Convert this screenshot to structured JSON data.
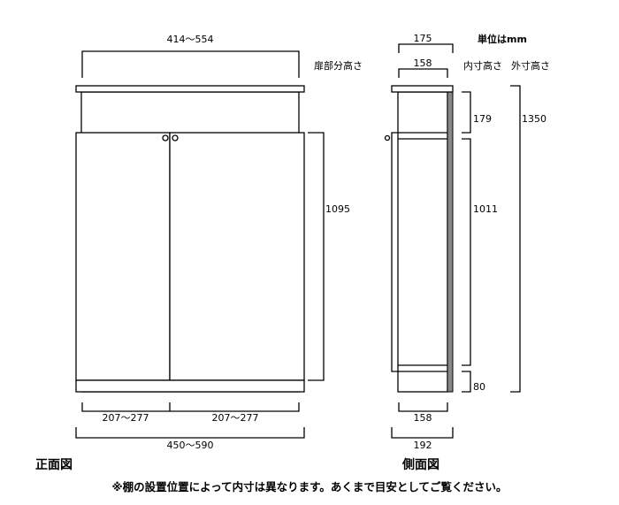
{
  "unit_label": "単位はmm",
  "front": {
    "title": "正面図",
    "width_inner": "414〜554",
    "door_height_label": "扉部分高さ",
    "door_height": "1095",
    "door_width_left": "207〜277",
    "door_width_right": "207〜277",
    "width_outer": "450〜590"
  },
  "side": {
    "title": "側面図",
    "top_depth_outer": "175",
    "top_depth_inner": "158",
    "inner_height_label": "内寸高さ",
    "outer_height_label": "外寸高さ",
    "top_compartment_height": "179",
    "main_compartment_height": "1011",
    "base_height": "80",
    "total_height": "1350",
    "bottom_depth_inner": "158",
    "bottom_depth_outer": "192"
  },
  "footnote": "※棚の設置位置によって内寸は異なります。あくまで目安としてご覧ください。",
  "colors": {
    "back_panel": "#888888"
  }
}
